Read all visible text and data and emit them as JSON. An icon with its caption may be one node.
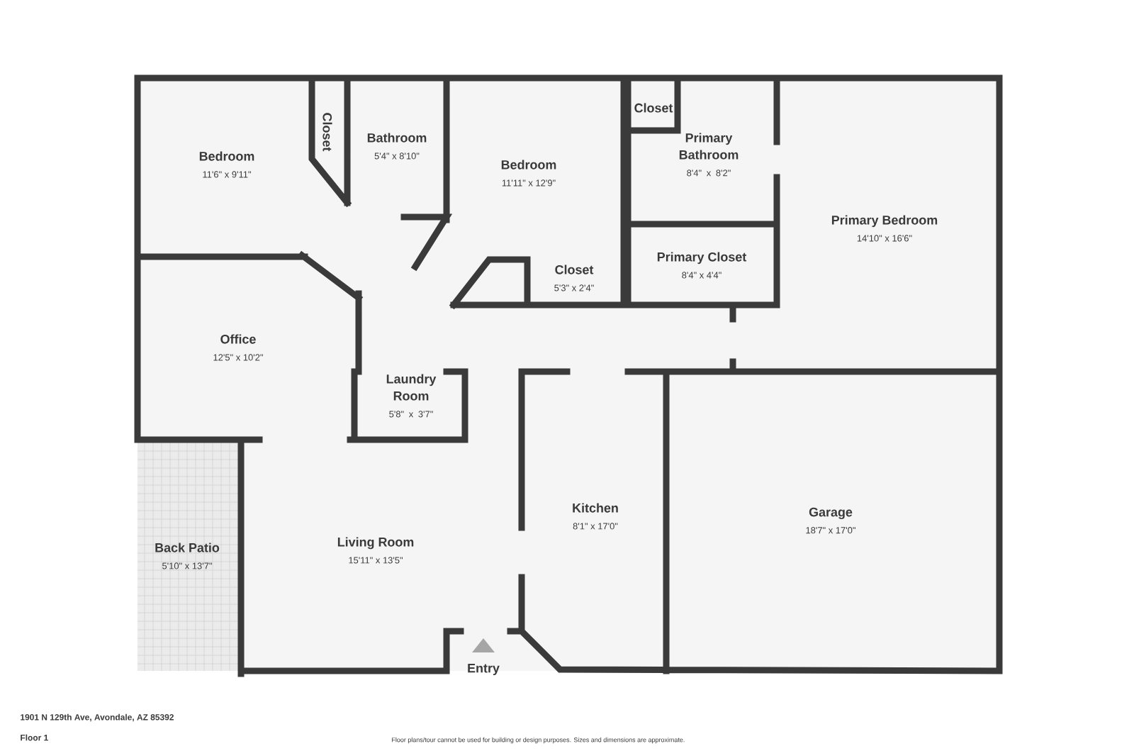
{
  "diagram": {
    "nodes": [
      {
        "text": [
          "Bedroom",
          "11'6\" x 9'11\""
        ]
      },
      {
        "text": [
          "Closet"
        ]
      },
      {
        "text": [
          "Bathroom",
          "5'4\" x 8'10\""
        ]
      },
      {
        "text": [
          "Bedroom",
          "11'11\" x 12'9\""
        ]
      },
      {
        "text": [
          "Closet"
        ]
      },
      {
        "text": [
          "Primary Bathroom",
          "8'4\" x 8'2\""
        ]
      },
      {
        "text": [
          "Primary Bedroom",
          "14'10\" x 16'6\""
        ]
      },
      {
        "text": [
          "Closet",
          "5'3\" x 2'4\""
        ]
      },
      {
        "text": [
          "Primary Closet",
          "8'4\" x 4'4\""
        ]
      },
      {
        "text": [
          "Office",
          "12'5\" x 10'2\""
        ]
      },
      {
        "text": [
          "Laundry Room",
          "5'8\" x 3'7\""
        ]
      },
      {
        "text": [
          "Kitchen",
          "8'1\" x 17'0\""
        ]
      },
      {
        "text": [
          "Garage",
          "18'7\" x 17'0\""
        ]
      },
      {
        "text": [
          "Back Patio",
          "5'10\" x 13'7\""
        ]
      },
      {
        "text": [
          "Living Room",
          "15'11\" x 13'5\""
        ]
      }
    ],
    "labels": [
      "Entry",
      "1901 N 129th Ave, Avondale, AZ 85392",
      "Floor 1",
      "Floor plans/tour cannot be used for building or design purposes. Sizes and dimensions are approximate."
    ]
  }
}
